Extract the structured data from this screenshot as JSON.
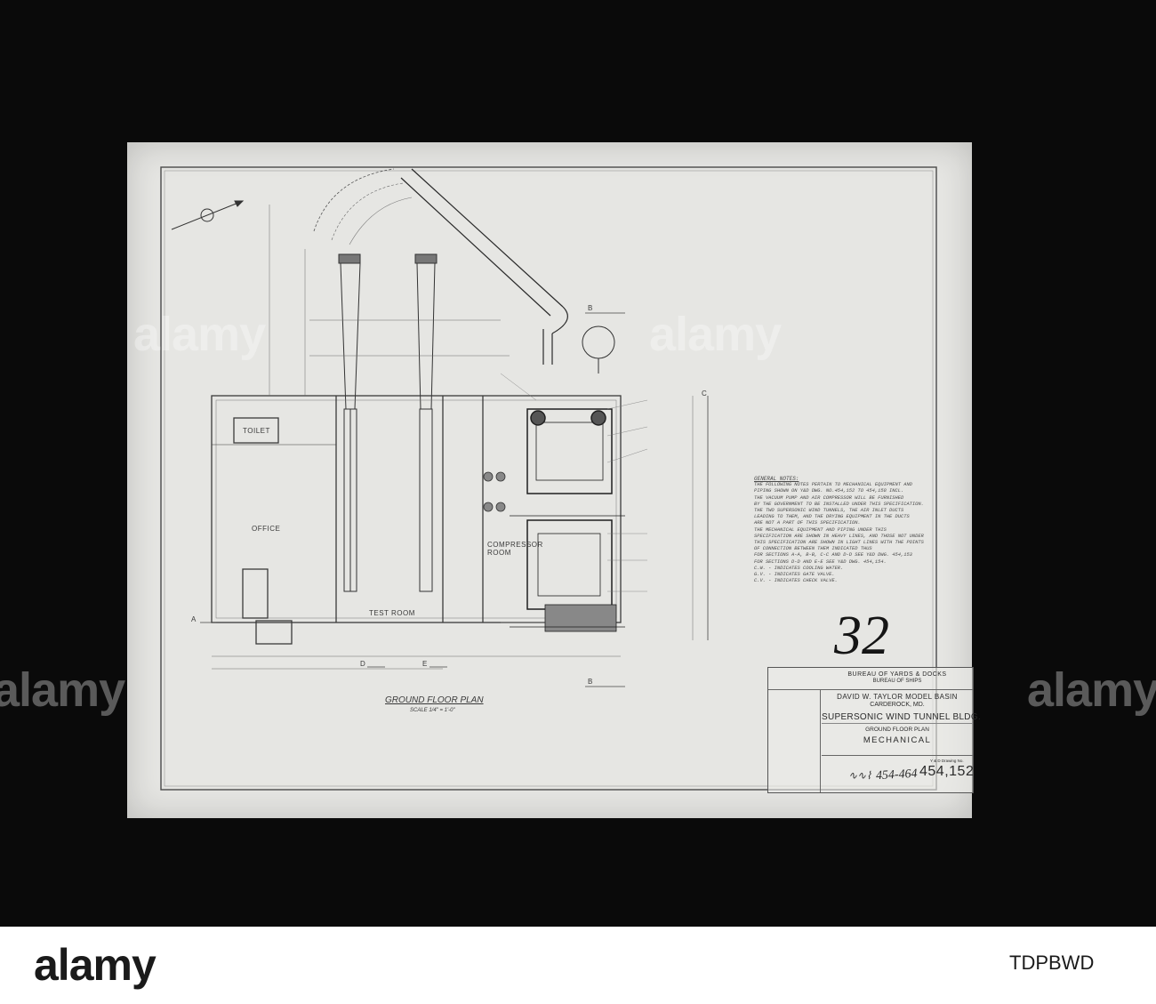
{
  "drawing": {
    "plan_title": "GROUND FLOOR PLAN",
    "plan_scale": "SCALE 1/4\" = 1'-0\"",
    "rooms": {
      "office": "OFFICE",
      "toilet": "TOILET",
      "test_room": "TEST ROOM",
      "compressor_room": "COMPRESSOR ROOM"
    },
    "section_marks": {
      "a": "A",
      "b": "B",
      "c": "C",
      "d": "D",
      "e": "E"
    },
    "general_notes": {
      "heading": "GENERAL NOTES:",
      "lines": [
        "THE FOLLOWING NOTES PERTAIN TO MECHANICAL EQUIPMENT AND",
        "PIPING SHOWN ON Y&D DWG. NO.454,152 TO 454,158 INCL.",
        "THE VACUUM PUMP AND AIR COMPRESSOR WILL BE FURNISHED",
        "BY THE GOVERNMENT TO BE INSTALLED UNDER THIS SPECIFICATION.",
        "THE TWO SUPERSONIC WIND TUNNELS, THE AIR INLET DUCTS",
        "LEADING TO THEM, AND THE DRYING EQUIPMENT IN THE DUCTS",
        "ARE NOT A PART OF THIS SPECIFICATION.",
        "THE MECHANICAL EQUIPMENT AND PIPING UNDER THIS",
        "SPECIFICATION ARE SHOWN IN HEAVY LINES, AND THOSE NOT UNDER",
        "THIS SPECIFICATION ARE SHOWN IN LIGHT LINES WITH THE POINTS",
        "OF CONNECTION BETWEEN THEM INDICATED THUS",
        "FOR SECTIONS A-A, B-B, C-C AND D-D SEE Y&D DWG. 454,153",
        "FOR SECTIONS D-D AND E-E SEE Y&D DWG. 454,154.",
        "C.W. - INDICATES COOLING WATER.",
        "G.V. - INDICATES GATE VALVE.",
        "C.V. - INDICATES CHECK VALVE."
      ]
    },
    "title_block": {
      "department": "BUREAU OF YARDS & DOCKS",
      "bureau": "BUREAU OF SHIPS",
      "facility": "DAVID W. TAYLOR MODEL BASIN",
      "location": "CARDEROCK, MD.",
      "building": "SUPERSONIC WIND TUNNEL BLDG.",
      "sheet_title": "GROUND FLOOR PLAN",
      "discipline": "MECHANICAL",
      "drawing_no_label": "Y & D Drawing No.",
      "drawing_no": "454,152"
    },
    "sheet_number": "32",
    "handwritten_number": "454-464"
  },
  "archive_id": "HAER No. MD-118-C-10",
  "stock": {
    "watermark": "alamy",
    "image_id": "TDPBWD"
  },
  "colors": {
    "frame": "#0a0a0a",
    "paper": "#e6e6e3",
    "ink": "#3a3a3a",
    "heavy_ink": "#1f1f1f"
  }
}
